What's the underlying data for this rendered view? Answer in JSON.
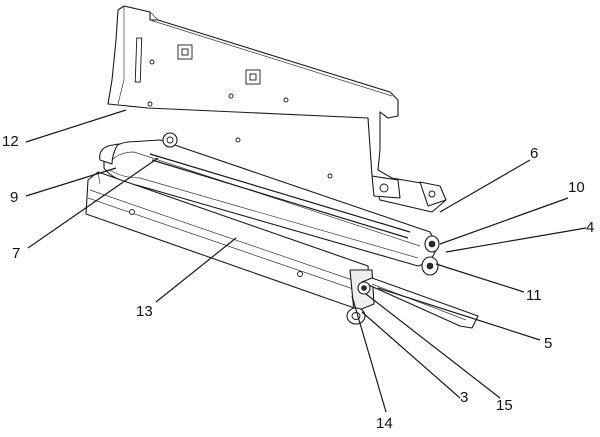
{
  "callouts": [
    {
      "id": "12",
      "text": "12"
    },
    {
      "id": "9",
      "text": "9"
    },
    {
      "id": "7",
      "text": "7"
    },
    {
      "id": "13",
      "text": "13"
    },
    {
      "id": "6",
      "text": "6"
    },
    {
      "id": "10",
      "text": "10"
    },
    {
      "id": "4",
      "text": "4"
    },
    {
      "id": "11",
      "text": "11"
    },
    {
      "id": "5",
      "text": "5"
    },
    {
      "id": "15",
      "text": "15"
    },
    {
      "id": "3",
      "text": "3"
    },
    {
      "id": "14",
      "text": "14"
    }
  ]
}
